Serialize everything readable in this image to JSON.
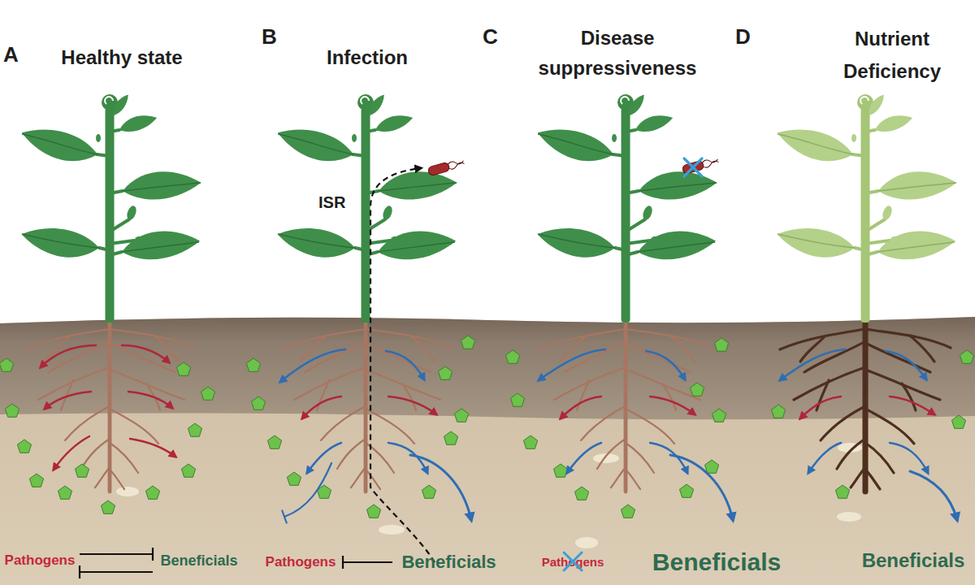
{
  "diagram": {
    "nodes": [
      {
        "text": [
          "A",
          "Healthy state"
        ]
      },
      {
        "text": [
          "Pathogens"
        ],
        "in": 0
      },
      {
        "text": [
          "Beneficials"
        ],
        "in": 0
      },
      {
        "text": [
          "B",
          "Infection"
        ]
      },
      {
        "text": [
          "Pathogens"
        ],
        "in": 3
      },
      {
        "text": [
          "Beneficials"
        ],
        "in": 3
      },
      {
        "text": [
          "C",
          "Disease suppressiveness"
        ]
      },
      {
        "text": [
          "Pathogens"
        ],
        "in": 6
      },
      {
        "text": [
          "Beneficials"
        ],
        "in": 6
      },
      {
        "text": [
          "D",
          "Nutrient Deficiency"
        ]
      },
      {
        "text": [
          "Beneficials"
        ],
        "in": 9
      }
    ],
    "edges": [
      {
        "from": 1,
        "to": 2,
        "arrow": "to"
      },
      {
        "from": 2,
        "to": 1,
        "arrow": "to"
      },
      {
        "from": 5,
        "to": 4,
        "arrow": "to"
      }
    ],
    "labels": [
      "ISR"
    ]
  }
}
